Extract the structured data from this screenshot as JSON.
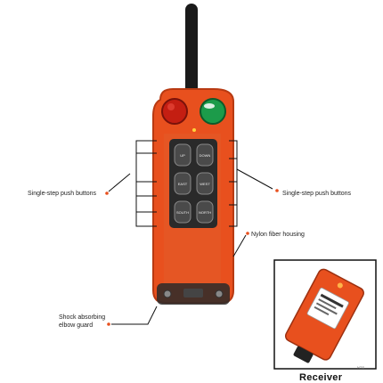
{
  "labels": {
    "left_buttons": "Single-step push buttons",
    "right_buttons": "Single-step push buttons",
    "housing": "Nylon fiber housing",
    "guard": "Shock absorbing elbow guard",
    "receiver": "Receiver",
    "stamp": "NTS"
  },
  "keys": {
    "k1": "UP",
    "k2": "DOWN",
    "k3": "EAST",
    "k4": "WEST",
    "k5": "SOUTH",
    "k6": "NORTH"
  },
  "colors": {
    "body": "#e8501e",
    "body_dark": "#b83a12",
    "stop_button": "#c41e12",
    "start_button": "#1c9b4a",
    "antenna": "#1a1a1a",
    "keypad": "#2a2a2a"
  }
}
